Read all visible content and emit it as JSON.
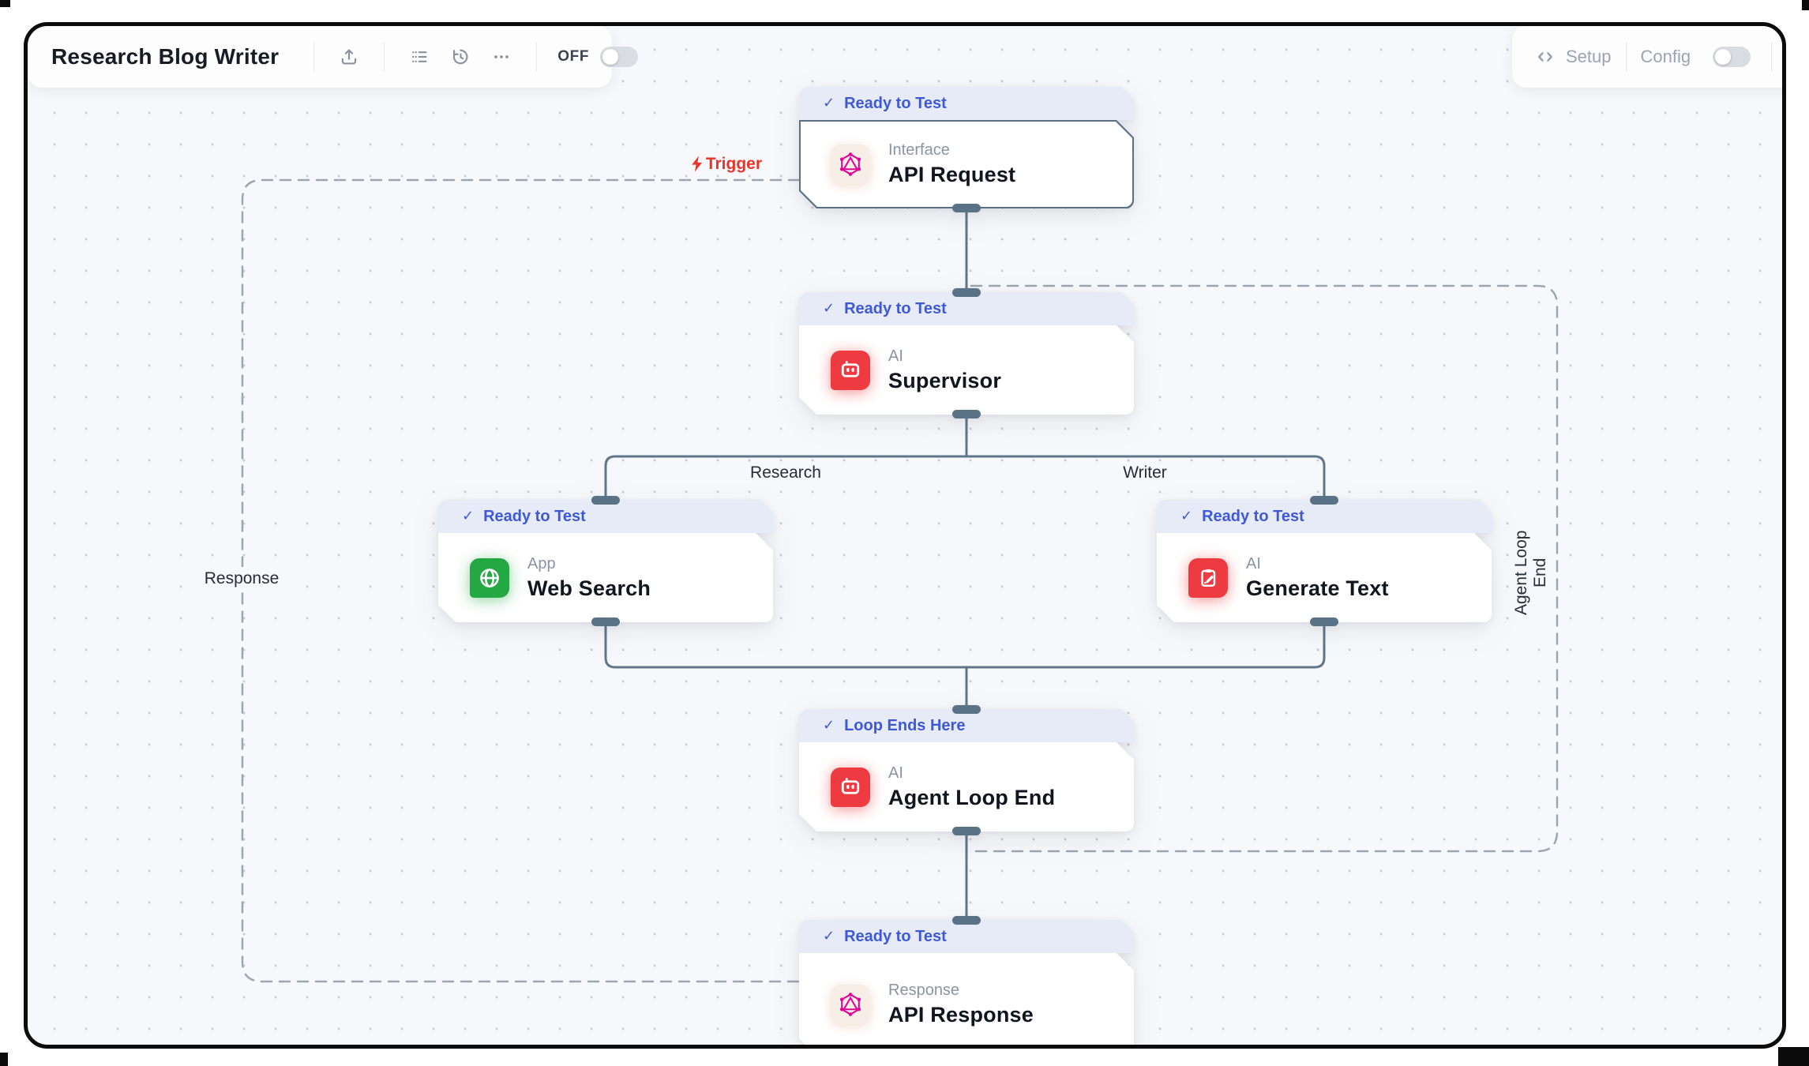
{
  "header": {
    "title": "Research Blog Writer",
    "power_label": "OFF",
    "setup_label": "Setup",
    "config_label": "Config"
  },
  "canvas": {
    "check_glyph": "✓",
    "labels": {
      "trigger": "Trigger",
      "research": "Research",
      "writer": "Writer",
      "response": "Response",
      "agent_loop_end": "Agent Loop End"
    }
  },
  "nodes": [
    {
      "badge": "Ready to Test",
      "category": "Interface",
      "title": "API Request",
      "icon": "graphql-icon"
    },
    {
      "badge": "Ready to Test",
      "category": "AI",
      "title": "Supervisor",
      "icon": "robot-icon"
    },
    {
      "badge": "Ready to Test",
      "category": "App",
      "title": "Web Search",
      "icon": "globe-icon"
    },
    {
      "badge": "Ready to Test",
      "category": "AI",
      "title": "Generate Text",
      "icon": "clipboard-pencil-icon"
    },
    {
      "badge": "Loop Ends Here",
      "category": "AI",
      "title": "Agent Loop End",
      "icon": "robot-icon"
    },
    {
      "badge": "Ready to Test",
      "category": "Response",
      "title": "API Response",
      "icon": "graphql-icon"
    }
  ],
  "colors": {
    "badge_bg": "#e7ebf8",
    "badge_text": "#3e59d6",
    "selected_node_border": "#5a7184",
    "connector": "#5f7689",
    "dashed_connector": "#9ea5af",
    "accent_red": "#ee3a41",
    "accent_green": "#23a844",
    "accent_magenta": "#e10098",
    "trigger_red": "#e93528"
  }
}
